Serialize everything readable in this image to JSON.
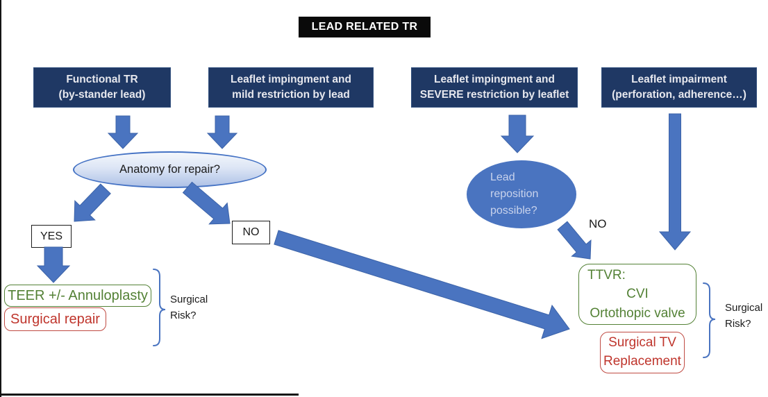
{
  "title": "LEAD RELATED TR",
  "branches": [
    {
      "line1": "Functional TR",
      "line2": "(by-stander lead)"
    },
    {
      "line1": "Leaflet impingment and",
      "line2": "mild restriction by lead"
    },
    {
      "line1": "Leaflet impingment and",
      "line2": "SEVERE restriction by leaflet"
    },
    {
      "line1": "Leaflet impairment",
      "line2": "(perforation, adherence…)"
    }
  ],
  "decisions": {
    "anatomy_question": "Anatomy for repair?",
    "reposition": {
      "line1": "Lead",
      "line2": "reposition",
      "line3": "possible?"
    }
  },
  "labels": {
    "yes": "YES",
    "no": "NO",
    "no_reposition": "NO"
  },
  "outcomes": {
    "teer": "TEER +/- Annuloplasty",
    "surgical_repair": "Surgical repair",
    "ttvr": {
      "line1": "TTVR:",
      "line2": "CVI",
      "line3": "Ortothopic valve"
    },
    "surgical_tv": {
      "line1": "Surgical TV",
      "line2": "Replacement"
    }
  },
  "annotations": {
    "surgical_risk_left": {
      "line1": "Surgical",
      "line2": "Risk?"
    },
    "surgical_risk_right": {
      "line1": "Surgical",
      "line2": "Risk?"
    }
  },
  "colors": {
    "arrow_blue": "#4a74c0",
    "branch_navy": "#1f3864",
    "outcome_green": "#538135",
    "outcome_red": "#bf352c",
    "title_bg": "#0a0a0a"
  }
}
